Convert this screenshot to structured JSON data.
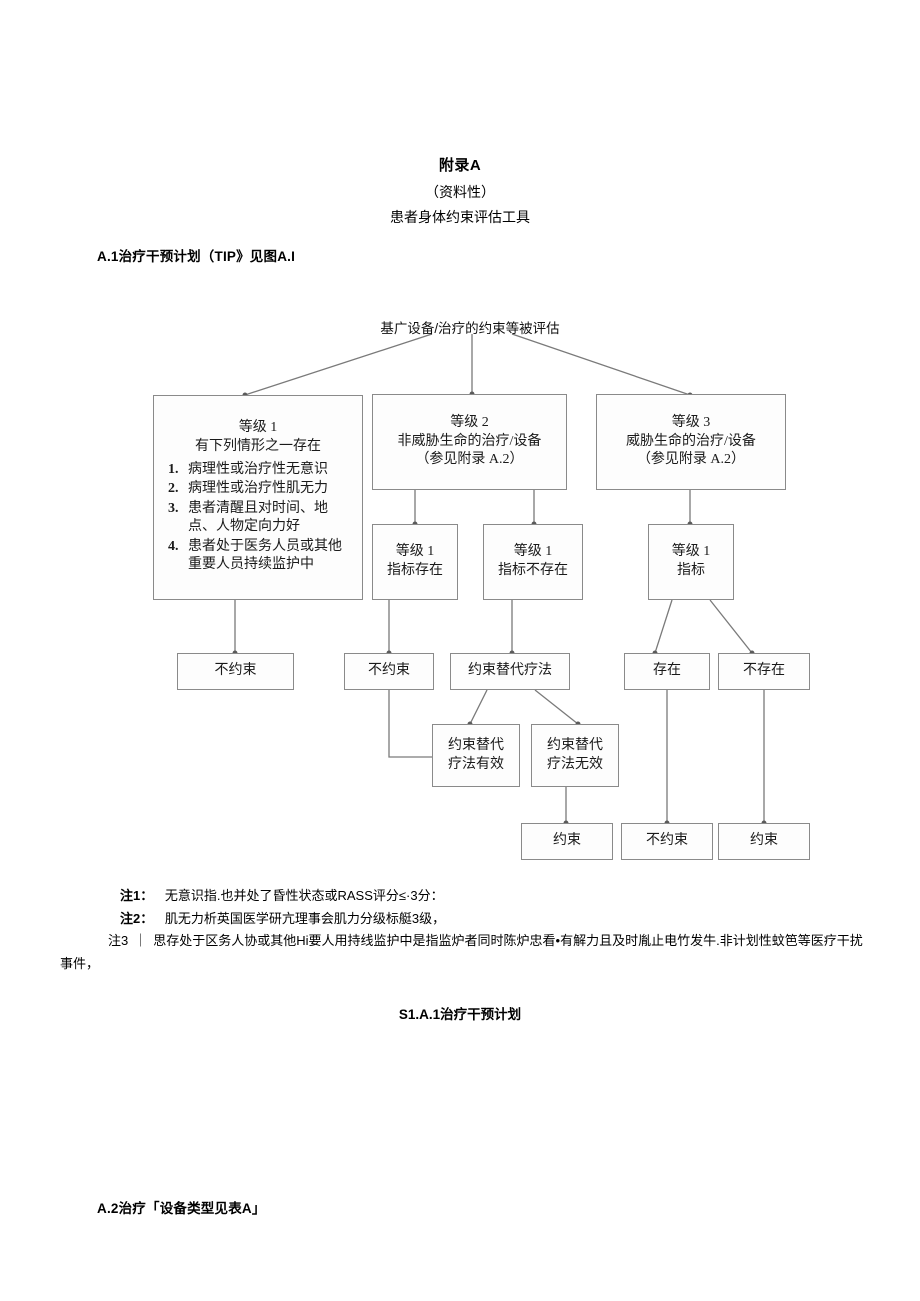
{
  "document": {
    "title": "附录A",
    "subtitle": "（资料性）",
    "subtitle2": "患者身体约束评估工具",
    "section_a1_heading": "A.1治疗干预计划（TIP》见图A.I",
    "section_a2_heading": "A.2治疗「设备类型见表A」",
    "figure_caption": "S1.A.1治疗干预计划"
  },
  "flowchart": {
    "type": "diagram",
    "root": {
      "label": "基广设备/治疗的约束等被评估"
    },
    "level_boxes": [
      {
        "id": "level-1",
        "title": "等级 1",
        "subtitle": "有下列情形之一存在",
        "criteria": [
          {
            "num": "1.",
            "text": "病理性或治疗性无意识"
          },
          {
            "num": "2.",
            "text": "病理性或治疗性肌无力"
          },
          {
            "num": "3.",
            "text": "患者清醒且对时间、地点、人物定向力好"
          },
          {
            "num": "4.",
            "text": "患者处于医务人员或其他重要人员持续监护中"
          }
        ]
      },
      {
        "id": "level-2",
        "title": "等级 2",
        "line2": "非威胁生命的治疗/设备",
        "line3": "（参见附录 A.2）"
      },
      {
        "id": "level-3",
        "title": "等级 3",
        "line2": "威胁生命的治疗/设备",
        "line3": "（参见附录 A.2）"
      }
    ],
    "indicator_boxes": [
      {
        "id": "ind-exists",
        "line1": "等级 1",
        "line2": "指标存在"
      },
      {
        "id": "ind-not-exists",
        "line1": "等级 1",
        "line2": "指标不存在"
      },
      {
        "id": "ind-level3",
        "line1": "等级 1",
        "line2": "指标"
      }
    ],
    "decision_boxes": [
      {
        "id": "no-restraint-left",
        "label": "不约束"
      },
      {
        "id": "no-restraint-mid",
        "label": "不约束"
      },
      {
        "id": "alt-therapy",
        "label": "约束替代疗法"
      },
      {
        "id": "exists",
        "label": "存在"
      },
      {
        "id": "not-exists",
        "label": "不存在"
      }
    ],
    "alt_result_boxes": [
      {
        "id": "alt-effective",
        "line1": "约束替代",
        "line2": "疗法有效"
      },
      {
        "id": "alt-ineffective",
        "line1": "约束替代",
        "line2": "疗法无效"
      }
    ],
    "outcome_boxes": [
      {
        "id": "outcome-restraint-1",
        "label": "约束"
      },
      {
        "id": "outcome-no-restraint",
        "label": "不约束"
      },
      {
        "id": "outcome-restraint-2",
        "label": "约束"
      }
    ]
  },
  "notes": [
    {
      "label": "注1：",
      "text": "无意识指.也并处了昏性状态或RASS评分≤·3分："
    },
    {
      "label": "注2：",
      "text": "肌无力析英国医学研亢理事会肌力分级标艇3级，"
    },
    {
      "label": "注3",
      "separator": "｜",
      "text": "思存处于区务人协或其他Hi要人用持线监护中是指监炉者同时陈炉忠看•有解力且及时胤止电竹发牛.非计划性",
      "text_line2": "蚊笆等医疗干扰事件，"
    }
  ],
  "colors": {
    "box_border": "#8a8a8a",
    "connector": "#6e6e6e",
    "text": "#1a1a1a",
    "background": "#ffffff"
  }
}
